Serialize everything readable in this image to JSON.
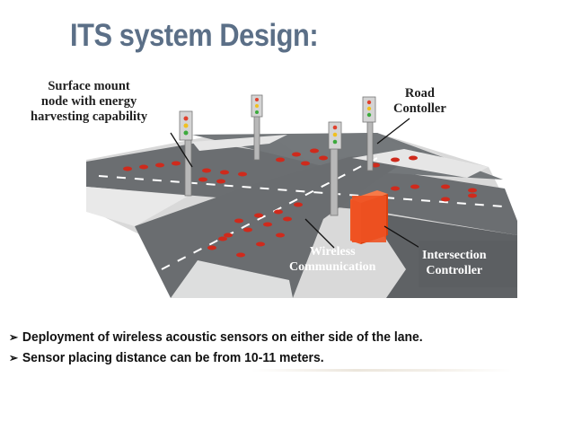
{
  "slide": {
    "title": "ITS system Design:"
  },
  "figure": {
    "callouts": {
      "surface_mount": [
        "Surface mount",
        "node with energy",
        "harvesting capability"
      ],
      "road_controller": [
        "Road",
        "Contoller"
      ],
      "wireless": [
        "Wireless",
        "Communication"
      ],
      "intersection": [
        "Intersection",
        "Controller"
      ]
    },
    "colors": {
      "road": "#6e7174",
      "road_dark": "#55585b",
      "sidewalk": "#e8e8e8",
      "sensor": "#d0281a",
      "controller_box": "#f0501e"
    }
  },
  "bullets": [
    "Deployment of wireless acoustic sensors on either side of the lane.",
    "Sensor placing distance can be from 10-11 meters."
  ],
  "icons": {
    "bullet": "arrow-bullet-icon"
  }
}
